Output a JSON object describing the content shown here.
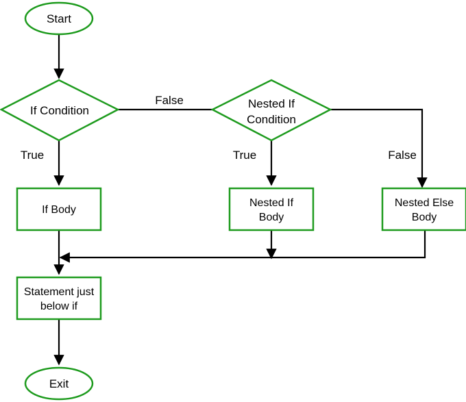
{
  "diagram": {
    "nodes": {
      "start": {
        "label": "Start"
      },
      "if_condition": {
        "label": "If Condition"
      },
      "nested_if_condition": {
        "line1": "Nested If",
        "line2": "Condition"
      },
      "if_body": {
        "label": "If Body"
      },
      "nested_if_body": {
        "line1": "Nested If",
        "line2": "Body"
      },
      "nested_else_body": {
        "line1": "Nested Else",
        "line2": "Body"
      },
      "statement_below_if": {
        "line1": "Statement just",
        "line2": "below if"
      },
      "exit": {
        "label": "Exit"
      }
    },
    "edge_labels": {
      "if_false": "False",
      "if_true": "True",
      "nested_true": "True",
      "nested_false": "False"
    },
    "colors": {
      "node_border": "#1e9b1e",
      "arrow": "#000000",
      "background": "#ffffff"
    }
  }
}
